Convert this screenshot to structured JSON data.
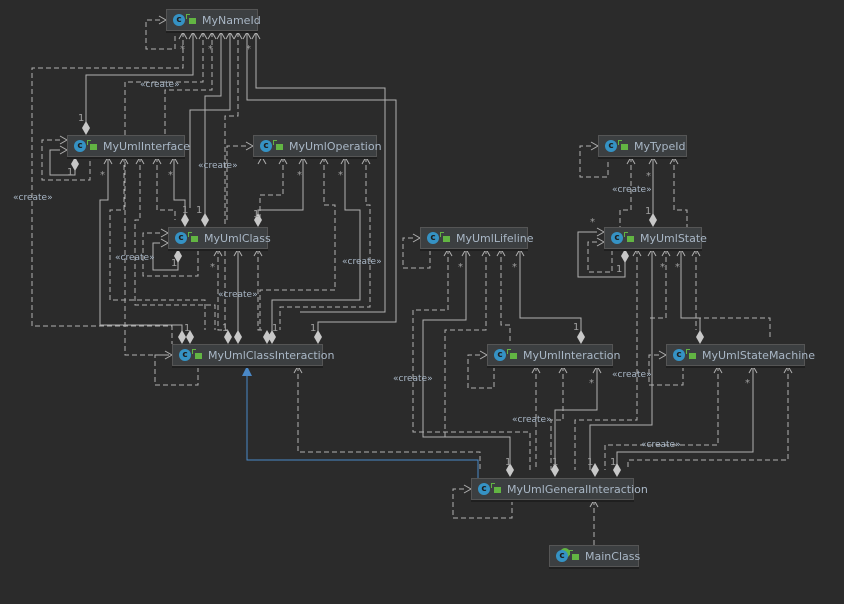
{
  "diagram": {
    "colors": {
      "background": "#2b2b2b",
      "node_fill": "#3c3f41",
      "edge": "#b0b0b0",
      "inheritance_edge": "#4a88c7",
      "class_icon": "#3592c4",
      "visibility_icon": "#62b543",
      "text": "#a9b7c6"
    },
    "stereotype_label": "«create»",
    "nodes": [
      {
        "id": "MyNameId",
        "label": "MyNameId",
        "icon": "class-icon"
      },
      {
        "id": "MyUmlInterface",
        "label": "MyUmlInterface",
        "icon": "class-icon"
      },
      {
        "id": "MyUmlOperation",
        "label": "MyUmlOperation",
        "icon": "class-icon"
      },
      {
        "id": "MyUmlClass",
        "label": "MyUmlClass",
        "icon": "class-icon"
      },
      {
        "id": "MyUmlClassInteraction",
        "label": "MyUmlClassInteraction",
        "icon": "class-icon"
      },
      {
        "id": "MyTypeId",
        "label": "MyTypeId",
        "icon": "class-icon"
      },
      {
        "id": "MyUmlLifeline",
        "label": "MyUmlLifeline",
        "icon": "class-icon"
      },
      {
        "id": "MyUmlState",
        "label": "MyUmlState",
        "icon": "class-icon"
      },
      {
        "id": "MyUmlInteraction",
        "label": "MyUmlInteraction",
        "icon": "class-icon"
      },
      {
        "id": "MyUmlStateMachine",
        "label": "MyUmlStateMachine",
        "icon": "class-icon"
      },
      {
        "id": "MyUmlGeneralInteraction",
        "label": "MyUmlGeneralInteraction",
        "icon": "class-icon"
      },
      {
        "id": "MainClass",
        "label": "MainClass",
        "icon": "main-class-icon"
      }
    ],
    "labels": {
      "create": "«create»",
      "one": "1",
      "many": "*"
    },
    "relations": [
      {
        "from": "MyUmlGeneralInteraction",
        "to": "MyUmlClassInteraction",
        "type": "inheritance"
      },
      {
        "from": "MainClass",
        "to": "MyUmlGeneralInteraction",
        "type": "dependency"
      },
      {
        "from": "MyUmlInterface",
        "to": "MyNameId",
        "type": "composition",
        "multiplicity": "1"
      },
      {
        "from": "MyUmlClass",
        "to": "MyNameId",
        "type": "composition",
        "multiplicity": "1"
      },
      {
        "from": "MyUmlClassInteraction",
        "to": "MyNameId",
        "type": "composition",
        "multiplicity": "1"
      },
      {
        "from": "MyUmlClass",
        "to": "MyUmlInterface",
        "type": "composition",
        "multiplicity": "1"
      },
      {
        "from": "MyUmlClass",
        "to": "MyUmlOperation",
        "type": "composition",
        "multiplicity": "1"
      },
      {
        "from": "MyUmlClassInteraction",
        "to": "MyUmlClass",
        "type": "composition",
        "multiplicity": "1"
      },
      {
        "from": "MyUmlClassInteraction",
        "to": "MyUmlInterface",
        "type": "composition",
        "multiplicity": "1"
      },
      {
        "from": "MyUmlClassInteraction",
        "to": "MyUmlOperation",
        "type": "composition",
        "multiplicity": "1"
      },
      {
        "from": "MyUmlState",
        "to": "MyTypeId",
        "type": "composition",
        "multiplicity": "1"
      },
      {
        "from": "MyUmlInteraction",
        "to": "MyUmlLifeline",
        "type": "composition",
        "multiplicity": "1"
      },
      {
        "from": "MyUmlStateMachine",
        "to": "MyUmlState",
        "type": "composition",
        "multiplicity": "1"
      },
      {
        "from": "MyUmlGeneralInteraction",
        "to": "MyUmlLifeline",
        "type": "composition",
        "multiplicity": "1"
      },
      {
        "from": "MyUmlGeneralInteraction",
        "to": "MyUmlInteraction",
        "type": "composition",
        "multiplicity": "1"
      },
      {
        "from": "MyUmlGeneralInteraction",
        "to": "MyUmlState",
        "type": "composition",
        "multiplicity": "1"
      },
      {
        "from": "MyUmlGeneralInteraction",
        "to": "MyUmlStateMachine",
        "type": "composition",
        "multiplicity": "1"
      }
    ]
  }
}
